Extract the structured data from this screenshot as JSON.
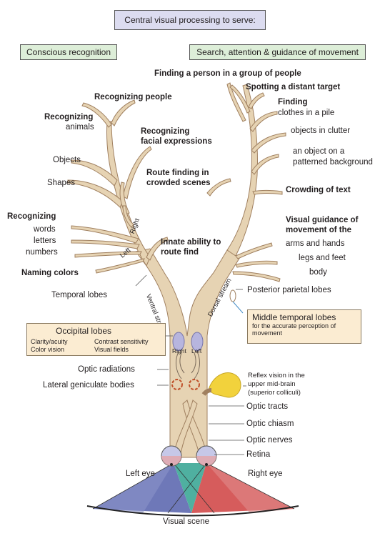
{
  "title": "Central visual processing to serve:",
  "left_heading": "Conscious recognition",
  "right_heading": "Search, attention & guidance of movement",
  "left_functions": {
    "recognizing_people": "Recognizing people",
    "recognizing": "Recognizing",
    "animals": "animals",
    "recognizing_facial": "Recognizing",
    "facial_expressions": "facial expressions",
    "objects": "Objects",
    "shapes": "Shapes",
    "route_finding_1": "Route finding in",
    "route_finding_2": "crowded scenes",
    "recognizing_words": "Recognizing",
    "words": "words",
    "letters": "letters",
    "numbers": "numbers",
    "innate_1": "Innate ability to",
    "innate_2": "route find",
    "naming_colors": "Naming colors",
    "temporal_lobes": "Temporal lobes"
  },
  "right_functions": {
    "finding_person": "Finding a person in a group of people",
    "spotting": "Spotting a distant target",
    "finding": "Finding",
    "clothes": "clothes in a pile",
    "objects_clutter": "objects in clutter",
    "object_on_a": "an object on a",
    "patterned": "patterned background",
    "crowding": "Crowding of text",
    "visual_guidance_1": "Visual guidance of",
    "visual_guidance_2": "movement of the",
    "arms": "arms and hands",
    "legs": "legs and feet",
    "body": "body",
    "posterior_parietal": "Posterior parietal lobes"
  },
  "stream_labels": {
    "ventral": "Ventral stream",
    "dorsal": "Dorsal stream",
    "right": "Right",
    "left": "Left",
    "occ_right": "Right",
    "occ_left": "Left"
  },
  "middle_temporal": {
    "title": "Middle temporal lobes",
    "line1": "for the accurate perception of",
    "line2": "movement"
  },
  "occipital": {
    "title": "Occipital lobes",
    "c1r1": "Clarity/acuity",
    "c1r2": "Color vision",
    "c2r1": "Contrast sensitivity",
    "c2r2": "Visual fields"
  },
  "pathway_labels": {
    "optic_radiations": "Optic radiations",
    "lateral_geniculate": "Lateral geniculate bodies",
    "reflex_1": "Reflex vision in the",
    "reflex_2": "upper mid-brain",
    "reflex_3": "(superior colliculi)",
    "optic_tracts": "Optic tracts",
    "optic_chiasm": "Optic chiasm",
    "optic_nerves": "Optic nerves",
    "retina": "Retina",
    "left_eye": "Left eye",
    "right_eye": "Right eye",
    "visual_scene": "Visual scene"
  },
  "colors": {
    "tree_fill": "#e6d3b3",
    "tree_stroke": "#a08060",
    "title_box": "#dcdcf0",
    "heading_box": "#ddeed8",
    "info_box": "#fbecd2",
    "field_blue": "#6e78b8",
    "field_teal": "#4fb0a0",
    "field_red": "#d65c5c",
    "colliculus": "#f2d23c",
    "lgn": "#c0502a"
  }
}
